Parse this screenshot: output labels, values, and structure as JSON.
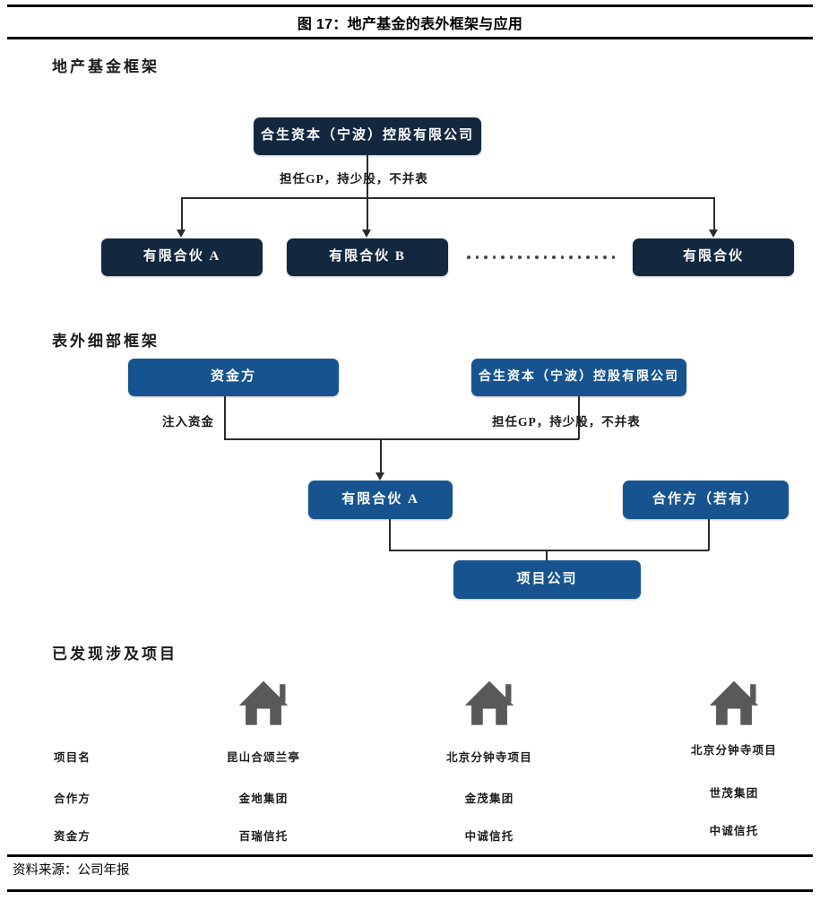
{
  "figure": {
    "title": "图 17：地产基金的表外框架与应用",
    "source": "资料来源：公司年报"
  },
  "sections": {
    "framework": {
      "label": "地产基金框架",
      "parent": "合生资本（宁波）控股有限公司",
      "edge_label": "担任GP，持少股，不并表",
      "children": [
        "有限合伙 A",
        "有限合伙 B",
        "有限合伙"
      ],
      "ellipsis": "·················"
    },
    "offbalance": {
      "label": "表外细部框架",
      "funder": "资金方",
      "funder_edge_label": "注入资金",
      "sponsor": "合生资本（宁波）控股有限公司",
      "sponsor_edge_label": "担任GP，持少股，不并表",
      "partnership": "有限合伙 A",
      "cooperator": "合作方（若有）",
      "project_company": "项目公司"
    },
    "projects": {
      "label": "已发现涉及项目",
      "row_labels": [
        "项目名",
        "合作方",
        "资金方"
      ],
      "columns": [
        {
          "icon": "house-icon",
          "project_name": "昆山合颂兰亭",
          "partner": "金地集团",
          "funder": "百瑞信托"
        },
        {
          "icon": "house-icon",
          "project_name": "北京分钟寺项目",
          "partner": "金茂集团",
          "funder": "中诚信托"
        },
        {
          "icon": "house-icon",
          "project_name": "北京分钟寺项目",
          "partner": "世茂集团",
          "funder": "中诚信托"
        }
      ]
    }
  },
  "colors": {
    "navy": "#13283f",
    "blue": "#17548f",
    "icon_gray": "#595959",
    "rule": "#000000"
  }
}
